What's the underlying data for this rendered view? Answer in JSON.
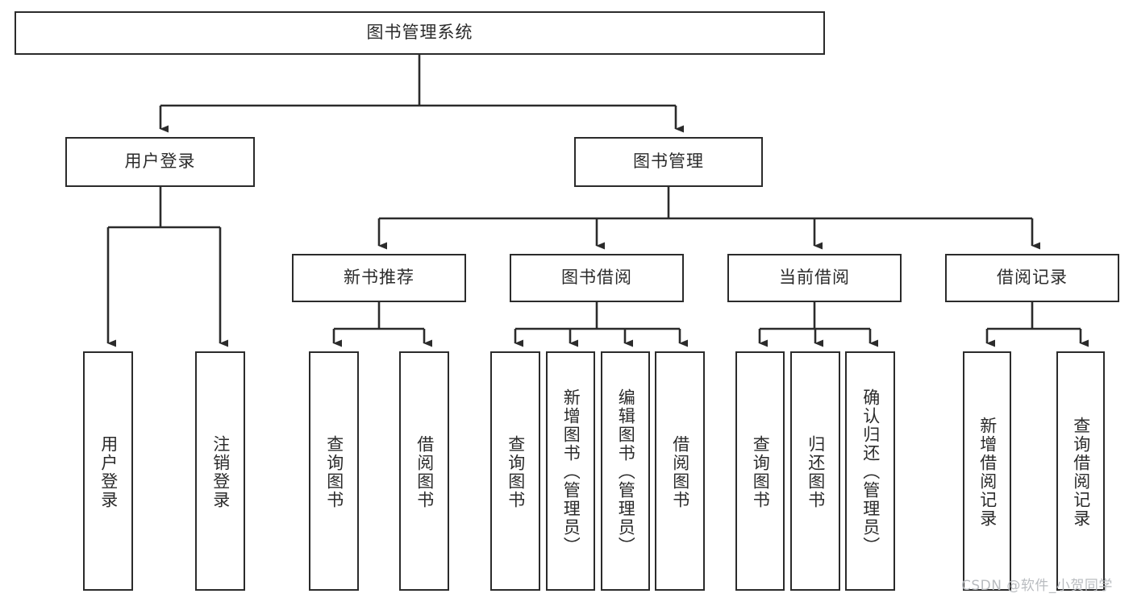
{
  "diagram": {
    "title": "图书管理系统",
    "type": "tree-hierarchy-diagram",
    "root": {
      "id": "root",
      "label": "图书管理系统",
      "orientation": "horizontal"
    },
    "level2": [
      {
        "id": "user-login",
        "label": "用户登录",
        "orientation": "horizontal"
      },
      {
        "id": "book-manage",
        "label": "图书管理",
        "orientation": "horizontal"
      }
    ],
    "level3": [
      {
        "id": "new-book-recommend",
        "label": "新书推荐",
        "orientation": "horizontal"
      },
      {
        "id": "book-borrow",
        "label": "图书借阅",
        "orientation": "horizontal"
      },
      {
        "id": "current-borrow",
        "label": "当前借阅",
        "orientation": "horizontal"
      },
      {
        "id": "borrow-record",
        "label": "借阅记录",
        "orientation": "horizontal"
      }
    ],
    "leaves": {
      "user-login": [
        {
          "id": "leaf-user-login",
          "label": "用户登录"
        },
        {
          "id": "leaf-logout-login",
          "label": "注销登录"
        }
      ],
      "new-book-recommend": [
        {
          "id": "leaf-query-book-1",
          "label": "查询图书"
        },
        {
          "id": "leaf-borrow-book-1",
          "label": "借阅图书"
        }
      ],
      "book-borrow": [
        {
          "id": "leaf-query-book-2",
          "label": "查询图书"
        },
        {
          "id": "leaf-add-book",
          "label": "新增图书（管理员）"
        },
        {
          "id": "leaf-edit-book",
          "label": "编辑图书（管理员）"
        },
        {
          "id": "leaf-borrow-book-2",
          "label": "借阅图书"
        }
      ],
      "current-borrow": [
        {
          "id": "leaf-query-book-3",
          "label": "查询图书"
        },
        {
          "id": "leaf-return-book",
          "label": "归还图书"
        },
        {
          "id": "leaf-confirm-return",
          "label": "确认归还（管理员）"
        }
      ],
      "borrow-record": [
        {
          "id": "leaf-add-record",
          "label": "新增借阅记录"
        },
        {
          "id": "leaf-query-record",
          "label": "查询借阅记录"
        }
      ]
    },
    "colors": {
      "stroke": "#2b2b2b",
      "fill": "#ffffff",
      "text": "#2b2b2b",
      "watermark": "#b9bcc0"
    }
  },
  "watermark": {
    "text": "CSDN @软件_小贺同学"
  }
}
